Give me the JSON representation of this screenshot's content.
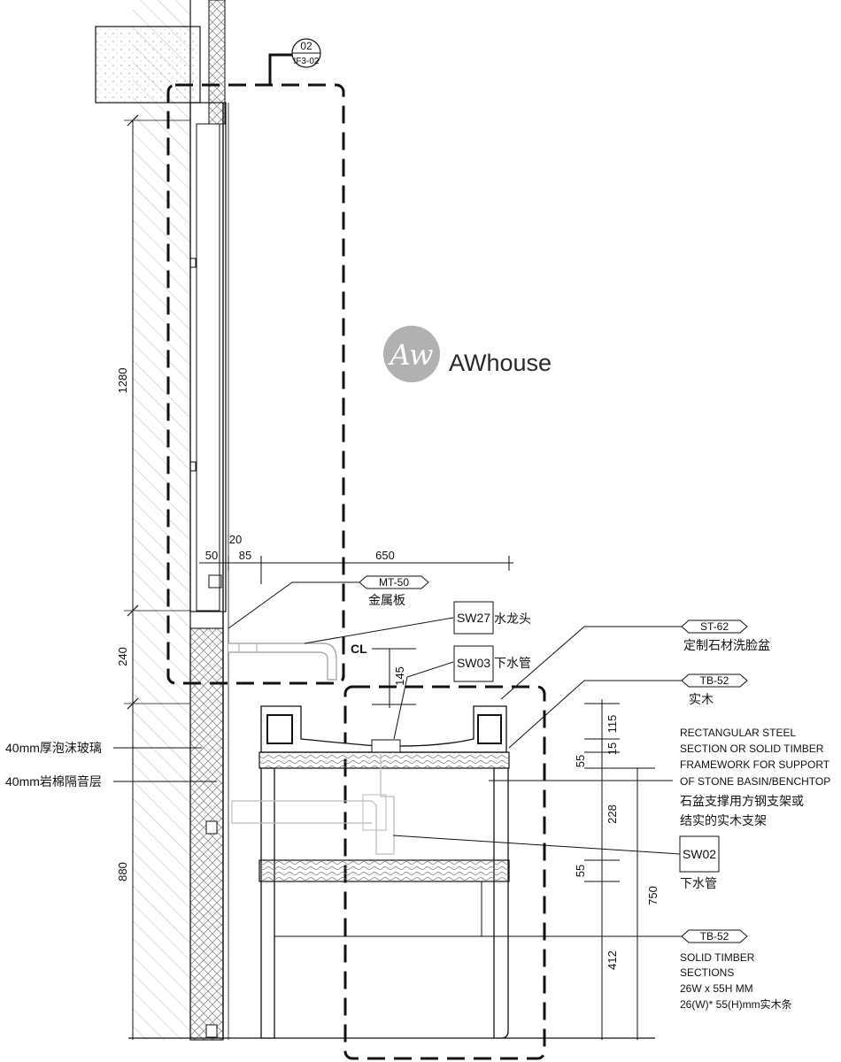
{
  "dimensions": {
    "left": [
      "1280",
      "240",
      "880"
    ],
    "top_20": "20",
    "top_50": "50",
    "top_85": "85",
    "top_650": "650",
    "faucet_145": "145",
    "right_115": "115",
    "right_15": "15",
    "right_55a": "55",
    "right_228": "228",
    "right_55b": "55",
    "right_412": "412",
    "right_750": "750"
  },
  "detail_bubble": {
    "top": "02",
    "bottom": "IF3-02"
  },
  "tags": {
    "mt50": {
      "code": "MT-50",
      "name": "金属板"
    },
    "st62": {
      "code": "ST-62",
      "name": "定制石材洗脸盆"
    },
    "tb52_top": {
      "code": "TB-52",
      "name": "实木"
    },
    "tb52_bottom": {
      "code": "TB-52"
    }
  },
  "boxes": {
    "sw27": {
      "code": "SW27",
      "name": "水龙头"
    },
    "sw03": {
      "code": "SW03",
      "name": "下水管"
    },
    "sw02": {
      "code": "SW02",
      "name": "下水管"
    }
  },
  "left_labels": {
    "foam_glass": "40mm厚泡沫玻璃",
    "rock_wool": "40mm岩棉隔音层"
  },
  "note_steel": [
    "RECTANGULAR STEEL",
    "SECTION OR SOLID TIMBER",
    "FRAMEWORK FOR SUPPORT",
    "OF STONE BASIN/BENCHTOP",
    "石盆支撑用方钢支架或",
    "结实的实木支架"
  ],
  "note_timber": [
    "SOLID TIMBER",
    "SECTIONS",
    "26W x 55H MM",
    "26(W)* 55(H)mm实木条"
  ],
  "centerline_symbol": "CL",
  "watermark": {
    "text": "AWhouse",
    "color": "#a9a9a9"
  }
}
